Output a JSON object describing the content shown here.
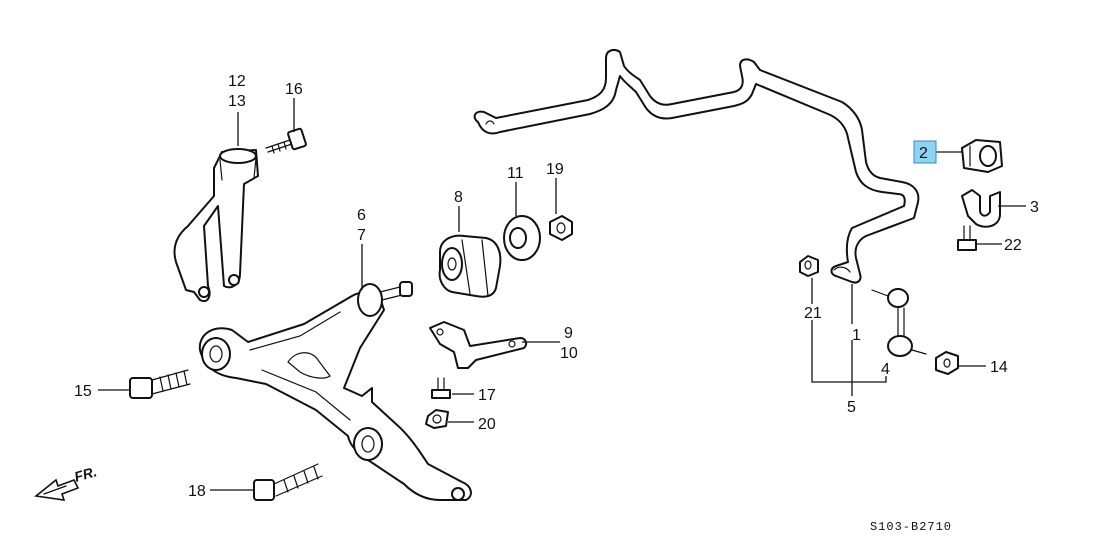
{
  "diagram": {
    "code": "S103-B2710",
    "direction": "FR.",
    "highlight_color": "#8fd3f0",
    "parts": [
      {
        "id": "p1",
        "label": "1"
      },
      {
        "id": "p2",
        "label": "2",
        "highlighted": true
      },
      {
        "id": "p3",
        "label": "3"
      },
      {
        "id": "p4",
        "label": "4"
      },
      {
        "id": "p5",
        "label": "5"
      },
      {
        "id": "p6",
        "label": "6"
      },
      {
        "id": "p7",
        "label": "7"
      },
      {
        "id": "p8",
        "label": "8"
      },
      {
        "id": "p9",
        "label": "9"
      },
      {
        "id": "p10",
        "label": "10"
      },
      {
        "id": "p11",
        "label": "11"
      },
      {
        "id": "p12",
        "label": "12"
      },
      {
        "id": "p13",
        "label": "13"
      },
      {
        "id": "p14",
        "label": "14"
      },
      {
        "id": "p15",
        "label": "15"
      },
      {
        "id": "p16",
        "label": "16"
      },
      {
        "id": "p17",
        "label": "17"
      },
      {
        "id": "p18",
        "label": "18"
      },
      {
        "id": "p19",
        "label": "19"
      },
      {
        "id": "p20",
        "label": "20"
      },
      {
        "id": "p21",
        "label": "21"
      },
      {
        "id": "p22",
        "label": "22"
      }
    ]
  }
}
